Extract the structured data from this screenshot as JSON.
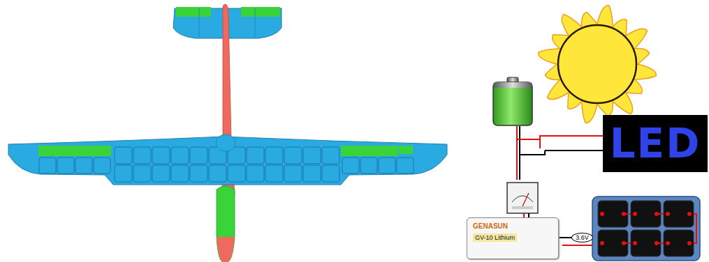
{
  "diagram": {
    "nodes": [
      {
        "text": [
          "LED"
        ]
      },
      {
        "text": [
          "GENASUN",
          "GV-10 Lithium"
        ]
      },
      {
        "text": [
          "3.6V"
        ]
      }
    ],
    "edges": [
      {
        "from": 2,
        "to": 1,
        "arrow": "none"
      }
    ]
  }
}
